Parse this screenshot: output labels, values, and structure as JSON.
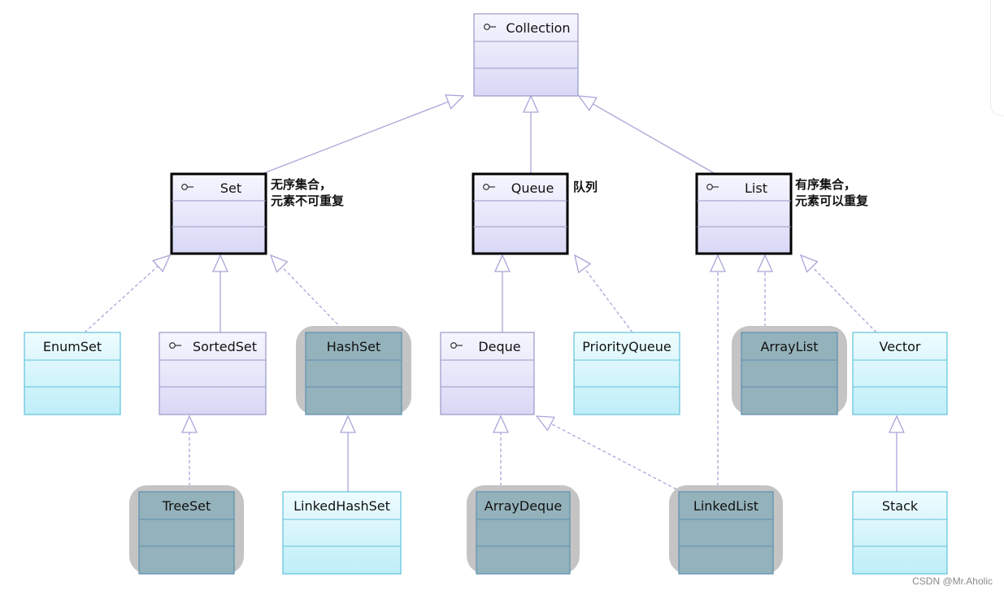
{
  "colors": {
    "interface_fill_top": "#f6f6ff",
    "interface_fill_bottom": "#d8d8f6",
    "interface_border": "#9a98c8",
    "class_fill_top": "#eefcff",
    "class_fill_bottom": "#bfeef8",
    "class_border": "#5fc3da",
    "impl_fill": "#94b2bb",
    "impl_border": "#5c8fb0",
    "shadow": "#c4c4c4",
    "edge": "#a8a6d8",
    "text": "#111111"
  },
  "nodes": [
    {
      "id": "collection",
      "label": "Collection",
      "kind": "interface",
      "icon": "interface-icon"
    },
    {
      "id": "set",
      "label": "Set",
      "kind": "core-interface",
      "icon": "interface-icon"
    },
    {
      "id": "queue",
      "label": "Queue",
      "kind": "core-interface",
      "icon": "interface-icon"
    },
    {
      "id": "list",
      "label": "List",
      "kind": "core-interface",
      "icon": "interface-icon"
    },
    {
      "id": "enumset",
      "label": "EnumSet",
      "kind": "class"
    },
    {
      "id": "sortedset",
      "label": "SortedSet",
      "kind": "interface",
      "icon": "interface-icon"
    },
    {
      "id": "hashset",
      "label": "HashSet",
      "kind": "impl"
    },
    {
      "id": "deque",
      "label": "Deque",
      "kind": "interface",
      "icon": "interface-icon"
    },
    {
      "id": "priorityqueue",
      "label": "PriorityQueue",
      "kind": "class"
    },
    {
      "id": "arraylist",
      "label": "ArrayList",
      "kind": "impl"
    },
    {
      "id": "vector",
      "label": "Vector",
      "kind": "class"
    },
    {
      "id": "treeset",
      "label": "TreeSet",
      "kind": "impl"
    },
    {
      "id": "linkedhashset",
      "label": "LinkedHashSet",
      "kind": "class"
    },
    {
      "id": "arraydeque",
      "label": "ArrayDeque",
      "kind": "impl"
    },
    {
      "id": "linkedlist",
      "label": "LinkedList",
      "kind": "impl"
    },
    {
      "id": "stack",
      "label": "Stack",
      "kind": "class"
    }
  ],
  "edges": [
    {
      "from": "set",
      "to": "collection",
      "style": "solid"
    },
    {
      "from": "queue",
      "to": "collection",
      "style": "solid"
    },
    {
      "from": "list",
      "to": "collection",
      "style": "solid"
    },
    {
      "from": "enumset",
      "to": "set",
      "style": "dashed"
    },
    {
      "from": "sortedset",
      "to": "set",
      "style": "solid"
    },
    {
      "from": "hashset",
      "to": "set",
      "style": "dashed"
    },
    {
      "from": "deque",
      "to": "queue",
      "style": "solid"
    },
    {
      "from": "priorityqueue",
      "to": "queue",
      "style": "dashed"
    },
    {
      "from": "linkedlist",
      "to": "list",
      "style": "dashed"
    },
    {
      "from": "arraylist",
      "to": "list",
      "style": "dashed"
    },
    {
      "from": "vector",
      "to": "list",
      "style": "dashed"
    },
    {
      "from": "treeset",
      "to": "sortedset",
      "style": "dashed"
    },
    {
      "from": "linkedhashset",
      "to": "hashset",
      "style": "solid"
    },
    {
      "from": "arraydeque",
      "to": "deque",
      "style": "dashed"
    },
    {
      "from": "linkedlist",
      "to": "deque",
      "style": "dashed"
    },
    {
      "from": "stack",
      "to": "vector",
      "style": "solid"
    }
  ],
  "notes": [
    {
      "id": "set",
      "lines": [
        "无序集合，",
        "元素不可重复"
      ]
    },
    {
      "id": "queue",
      "lines": [
        "队列"
      ]
    },
    {
      "id": "list",
      "lines": [
        "有序集合，",
        "元素可以重复"
      ]
    }
  ],
  "watermark": "CSDN @Mr.Aholic"
}
